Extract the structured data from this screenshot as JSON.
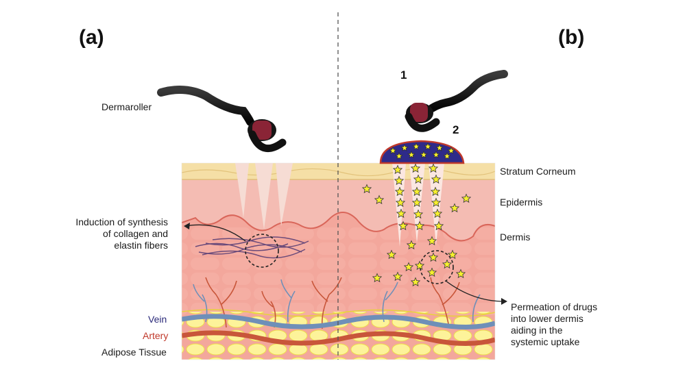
{
  "panels": {
    "a": "(a)",
    "b": "(b)"
  },
  "steps": {
    "one": "1",
    "two": "2"
  },
  "labels": {
    "dermaroller": "Dermaroller",
    "induction_l1": "Induction of synthesis",
    "induction_l2": "of collagen and",
    "induction_l3": "elastin fibers",
    "vein": "Vein",
    "artery": "Artery",
    "adipose": "Adipose Tissue",
    "stratum": "Stratum Corneum",
    "epidermis": "Epidermis",
    "dermis": "Dermis",
    "perm_l1": "Permeation of drugs",
    "perm_l2": "into lower dermis",
    "perm_l3": "aiding in the",
    "perm_l4": "systemic uptake"
  },
  "colors": {
    "stratum": "#f5dfa6",
    "epidermis": "#f4b8b0",
    "dermis": "#f3a79c",
    "adipose": "#fbef72",
    "vein": "#6f8fb8",
    "artery": "#c8563a",
    "vein_label": "#2b2a7a",
    "artery_label": "#c0392b",
    "star": "#f7f02e",
    "drug_patch": "#2e2a8a"
  },
  "icons": {
    "roller": "dermaroller-icon",
    "star": "drug-star-icon"
  }
}
